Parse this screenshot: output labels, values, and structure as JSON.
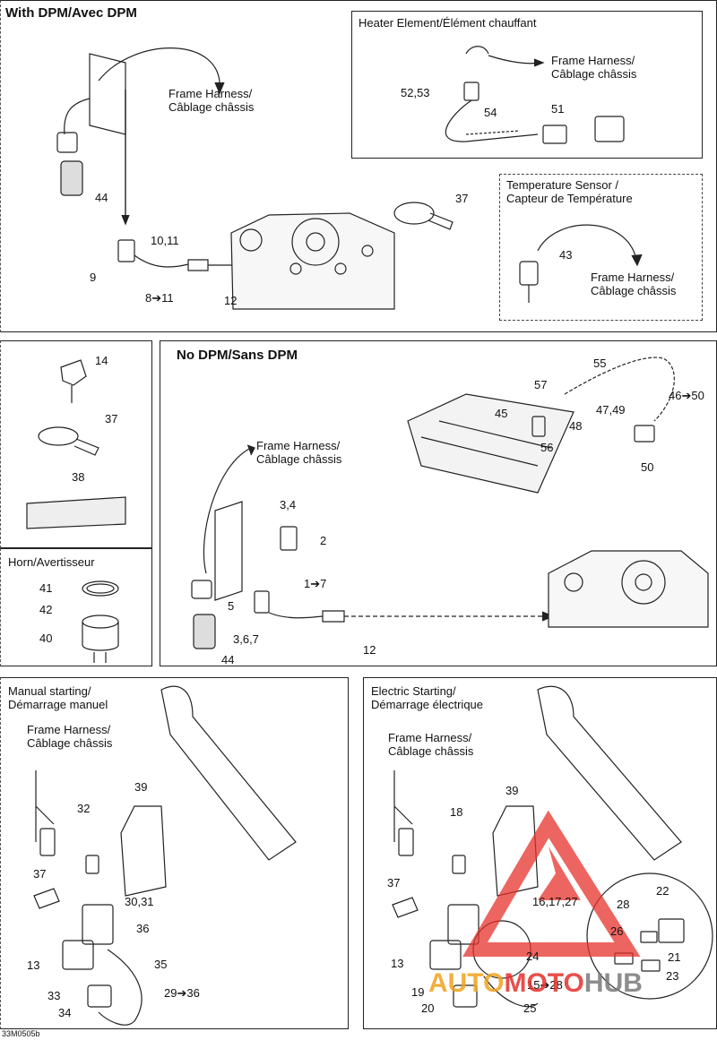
{
  "sections": {
    "with_dpm": "With DPM/Avec DPM",
    "no_dpm": "No DPM/Sans DPM",
    "heater": "Heater Element/Élément chauffant",
    "temp_sensor": [
      "Temperature Sensor /",
      "Capteur de Température"
    ],
    "horn": "Horn/Avertisseur",
    "manual": [
      "Manual starting/",
      "Démarrage manuel"
    ],
    "electric": [
      "Electric Starting/",
      "Démarrage électrique"
    ]
  },
  "frame_harness": [
    "Frame Harness/",
    "Câblage châssis"
  ],
  "callouts": {
    "c44a": "44",
    "c1011": "10,11",
    "c9": "9",
    "c811": "8➔11",
    "c12a": "12",
    "c37a": "37",
    "c5253": "52,53",
    "c54": "54",
    "c51": "51",
    "c43": "43",
    "c14": "14",
    "c37b": "37",
    "c38": "38",
    "c41": "41",
    "c42": "42",
    "c40": "40",
    "c55": "55",
    "c57": "57",
    "c45": "45",
    "c48": "48",
    "c56": "56",
    "c4749": "47,49",
    "c4650": "46➔50",
    "c50": "50",
    "c34": "3,4",
    "c2": "2",
    "c17": "1➔7",
    "c5": "5",
    "c367": "3,6,7",
    "c12b": "12",
    "c44b": "44",
    "c39a": "39",
    "c32": "32",
    "c37c": "37",
    "c3031": "30,31",
    "c36": "36",
    "c13a": "13",
    "c35": "35",
    "c33": "33",
    "c34b": "34",
    "c2936": "29➔36",
    "c39b": "39",
    "c18": "18",
    "c37d": "37",
    "c161727": "16,17,27",
    "c22": "22",
    "c28": "28",
    "c26": "26",
    "c13b": "13",
    "c24": "24",
    "c21": "21",
    "c23": "23",
    "c19": "19",
    "c1528": "15➔28",
    "c20": "20",
    "c25": "25"
  },
  "figure_code": "33M0505b",
  "watermark": {
    "part1": "AUTO",
    "part2": "MOTO",
    "part3": "HUB",
    "color1": "#f0a21e",
    "color2": "#e5312b",
    "color3": "#7a7a7a"
  }
}
